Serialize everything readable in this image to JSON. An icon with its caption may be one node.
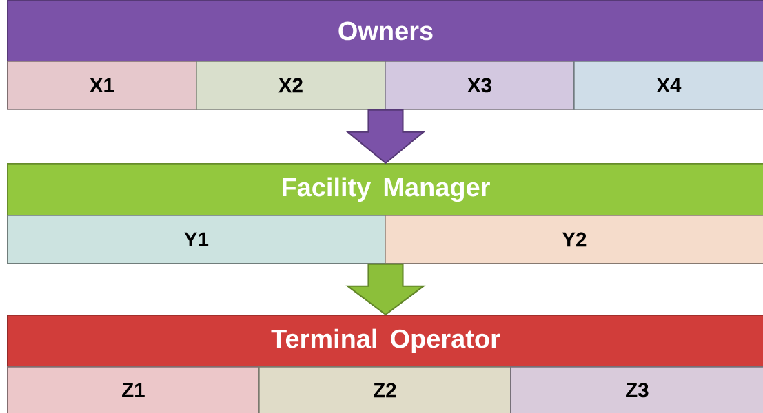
{
  "diagram": {
    "nodes": [
      {
        "text": [
          "Owners"
        ]
      },
      {
        "text": [
          "X1"
        ]
      },
      {
        "text": [
          "X2"
        ]
      },
      {
        "text": [
          "X3"
        ]
      },
      {
        "text": [
          "X4"
        ]
      },
      {
        "text": [
          "Facility Manager"
        ]
      },
      {
        "text": [
          "Y1"
        ]
      },
      {
        "text": [
          "Y2"
        ]
      },
      {
        "text": [
          "Terminal Operator"
        ]
      },
      {
        "text": [
          "Z1"
        ]
      },
      {
        "text": [
          "Z2"
        ]
      },
      {
        "text": [
          "Z3"
        ]
      }
    ],
    "edges": [
      {
        "from": 0,
        "to": 5,
        "arrow": "to",
        "style": "thick",
        "color": "#7b52a8"
      },
      {
        "from": 5,
        "to": 8,
        "arrow": "to",
        "style": "thick",
        "color": "#8cbf3a"
      }
    ]
  }
}
